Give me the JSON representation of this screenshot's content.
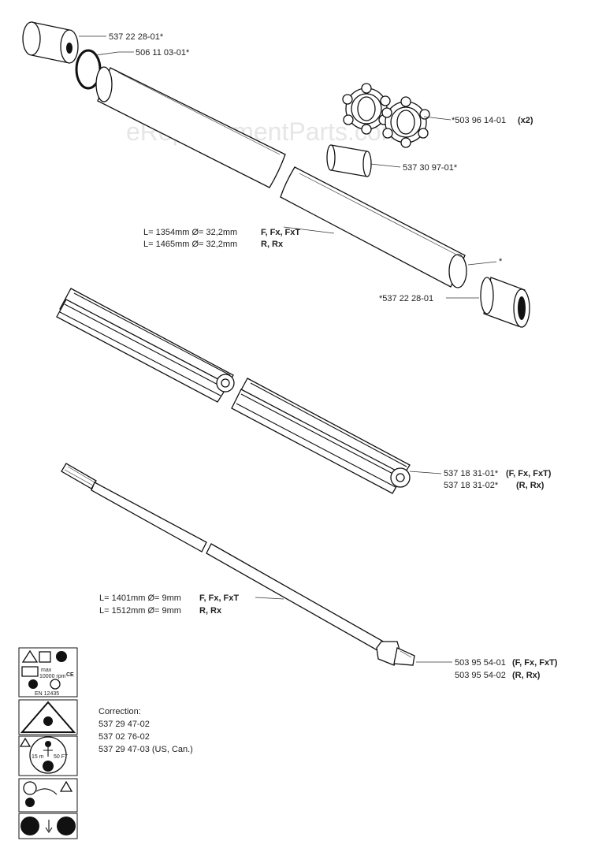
{
  "watermark": "eReplacementParts.com",
  "callouts": {
    "end_cap_top": {
      "num": "537 22 28-01*"
    },
    "o_ring": {
      "num": "506 11 03-01*"
    },
    "star_bushing": {
      "num": "*503 96 14-01",
      "qty": "(x2)"
    },
    "sleeve": {
      "num": "537 30 97-01*"
    },
    "tube_lengths": {
      "l1_pre": "L= 1354mm Ø= 32,2mm",
      "l1_models": "F, Fx, FxT",
      "l2_pre": "L= 1465mm Ø= 32,2mm",
      "l2_models": "R, Rx"
    },
    "tube_end": {
      "num": "*"
    },
    "end_cap_bottom": {
      "num": "*537 22 28-01"
    },
    "liner": {
      "l1_num": "537 18 31-01*",
      "l1_models": "(F, Fx, FxT)",
      "l2_num": "537 18 31-02*",
      "l2_models": "(R, Rx)"
    },
    "shaft_lengths": {
      "l1_pre": "L= 1401mm Ø= 9mm",
      "l1_models": "F, Fx, FxT",
      "l2_pre": "L= 1512mm Ø= 9mm",
      "l2_models": "R, Rx"
    },
    "drive_shaft": {
      "l1_num": "503 95 54-01",
      "l1_models": "(F, Fx, FxT)",
      "l2_num": "503 95 54-02",
      "l2_models": "(R, Rx)"
    }
  },
  "decal_text": {
    "max": "max",
    "rpm": "10000 rpm",
    "ce": "CE",
    "en": "EN 12435",
    "d1": "15 m",
    "d2": "50 FT"
  },
  "correction": {
    "title": "Correction:",
    "lines": [
      "537 29 47-02",
      "537 02 76-02",
      "537 29 47-03 (US, Can.)"
    ]
  }
}
